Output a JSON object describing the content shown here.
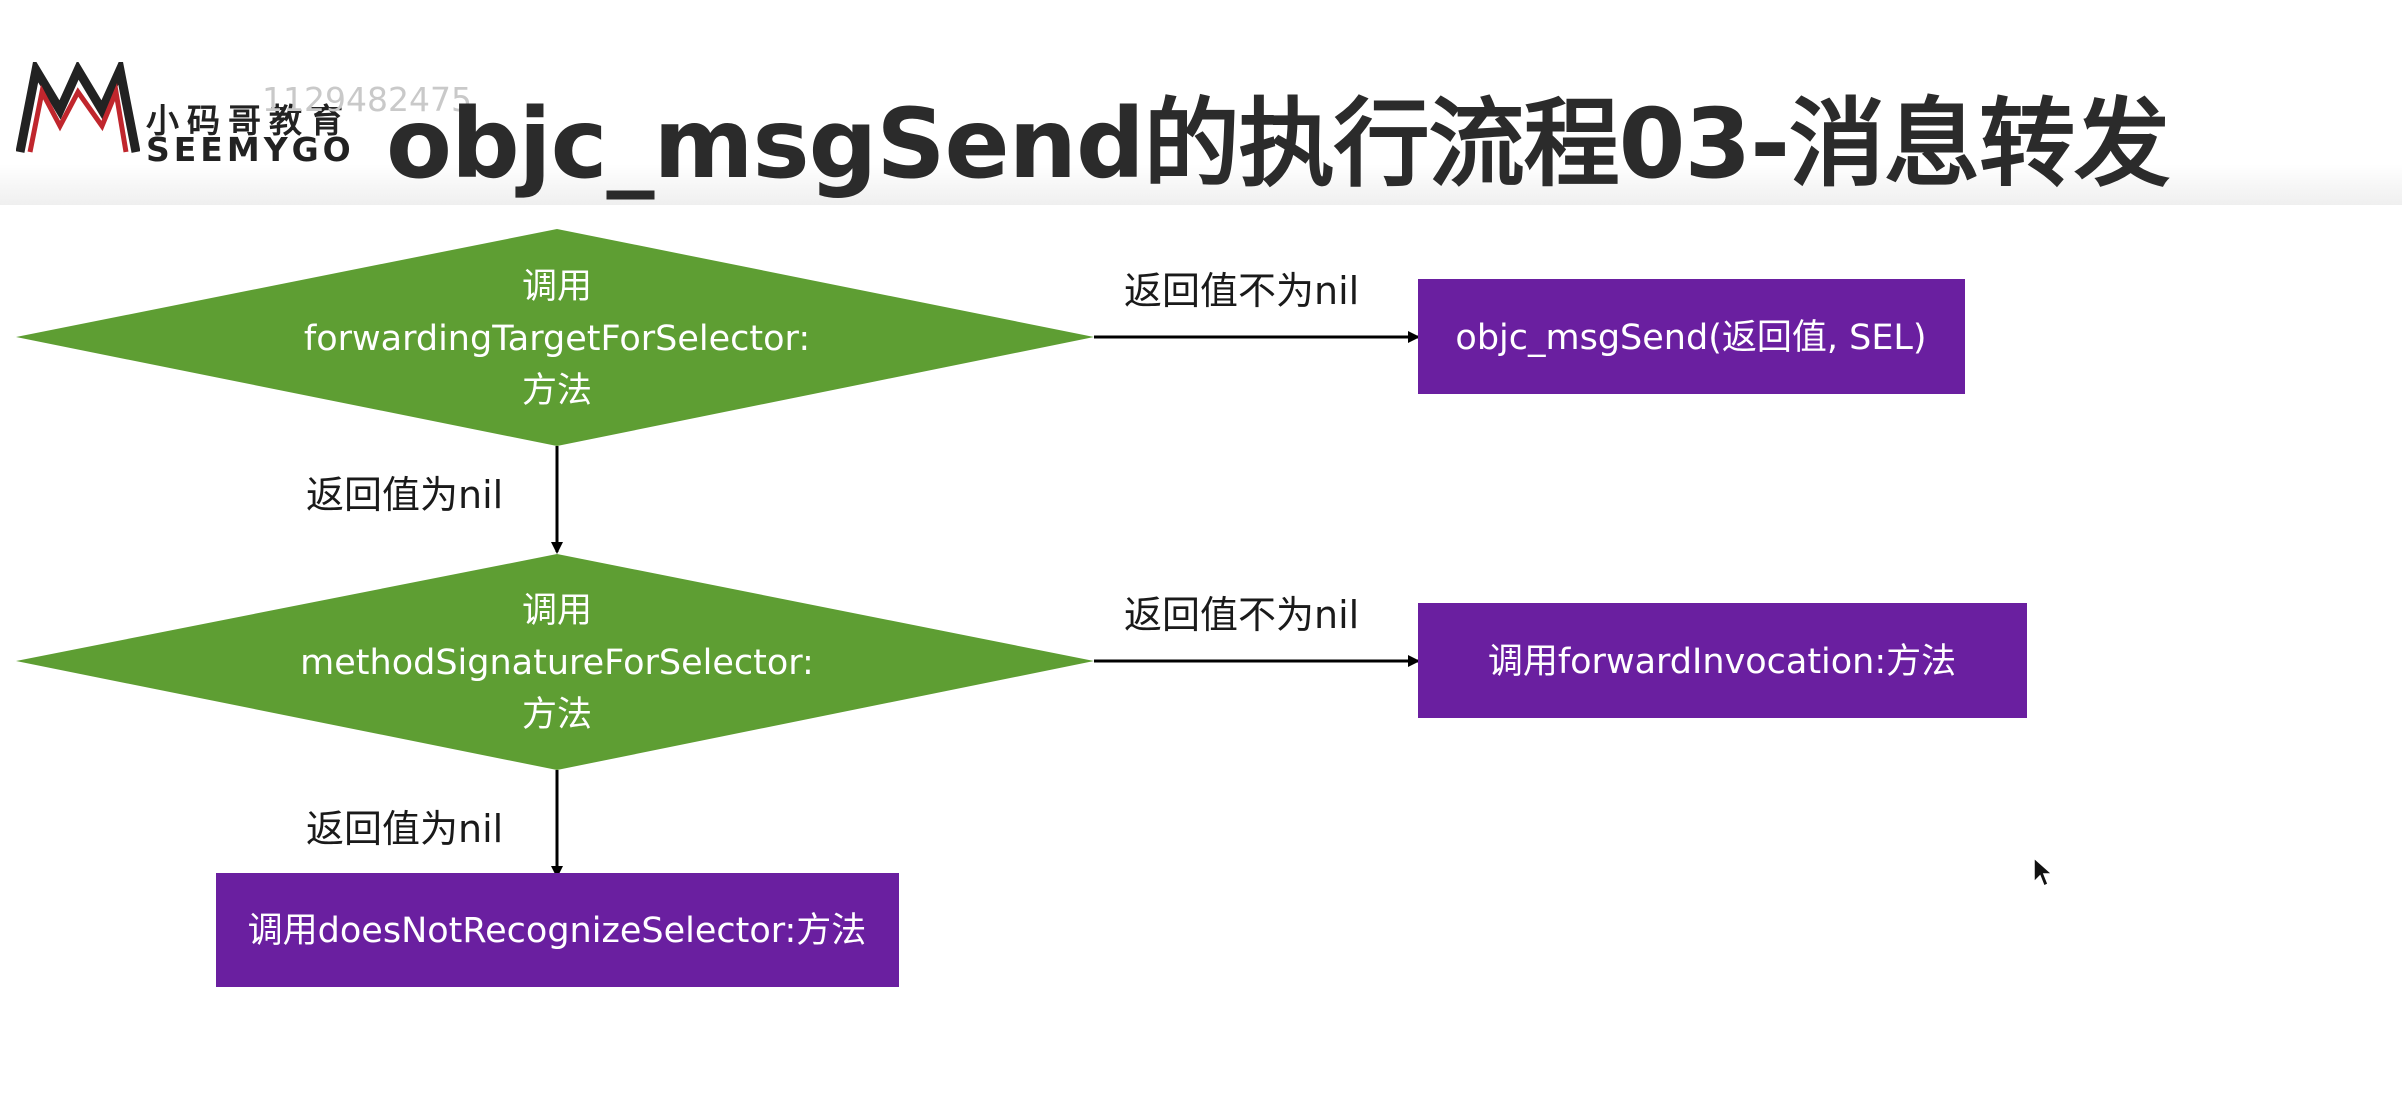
{
  "logo": {
    "cn": "小码哥教育",
    "en": "SEEMYGO",
    "watermark": "1129482475"
  },
  "title": "objc_msgSend的执行流程03-消息转发",
  "colors": {
    "decision": "#5e9e33",
    "process": "#6a1fa0",
    "edge": "#000000"
  },
  "nodes": {
    "d1": [
      "调用",
      "forwardingTargetForSelector:",
      "方法"
    ],
    "d2": [
      "调用",
      "methodSignatureForSelector:",
      "方法"
    ],
    "p1": "objc_msgSend(返回值, SEL)",
    "p2": "调用forwardInvocation:方法",
    "p3": "调用doesNotRecognizeSelector:方法"
  },
  "edges": {
    "d1_p1": "返回值不为nil",
    "d1_d2": "返回值为nil",
    "d2_p2": "返回值不为nil",
    "d2_p3": "返回值为nil"
  }
}
